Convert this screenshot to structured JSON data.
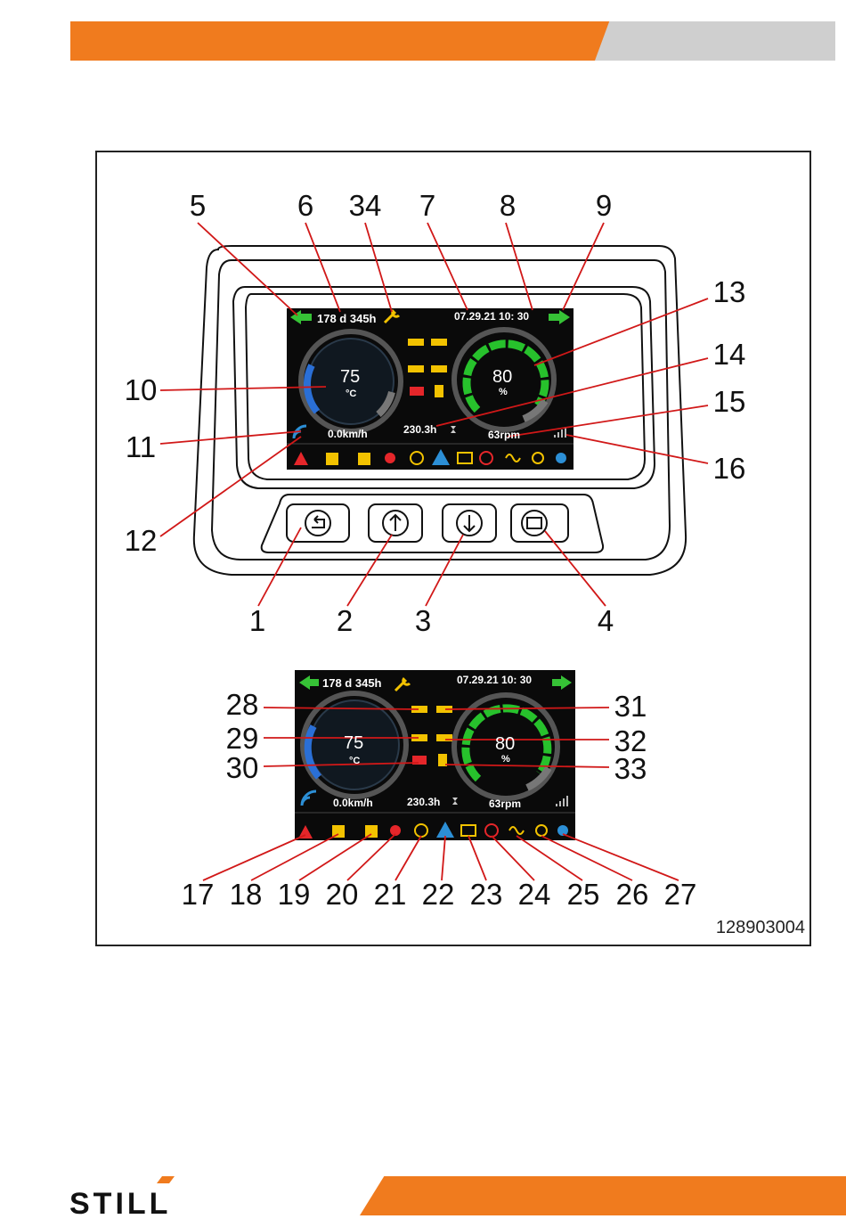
{
  "figure_id": "128903004",
  "brand": "STILL",
  "callouts": {
    "top": [
      "5",
      "6",
      "34",
      "7",
      "8",
      "9"
    ],
    "right": [
      "13",
      "14",
      "15",
      "16"
    ],
    "left": [
      "10",
      "11",
      "12"
    ],
    "buttons": [
      "1",
      "2",
      "3",
      "4"
    ],
    "lower_left": [
      "28",
      "29",
      "30"
    ],
    "lower_right": [
      "31",
      "32",
      "33"
    ],
    "bottom_row": [
      "17",
      "18",
      "19",
      "20",
      "21",
      "22",
      "23",
      "24",
      "25",
      "26",
      "27"
    ]
  },
  "display": {
    "hours_counter": "178 d 345h",
    "datetime": "07.29.21 10:  30",
    "temp_value": "75",
    "temp_unit": "°C",
    "charge_value": "80",
    "charge_unit": "%",
    "operating_hours": "230.3h",
    "speed": "0.0km/h",
    "rpm": "63rpm",
    "charge_level": 0.8,
    "temp_level": 0.45
  },
  "colors": {
    "brand_orange": "#f07b1e",
    "header_grey": "#cfcfcf",
    "screen_bg": "#0a0a0a",
    "arrow_green": "#36c236",
    "gauge_green": "#27c12c",
    "gauge_blue": "#2a6fd6",
    "warn_yellow": "#f2c200",
    "warn_red": "#e5262a",
    "lift_blue": "#2c8fd6"
  },
  "icons": {
    "left_arrow": "green-left-arrow-icon",
    "right_arrow": "green-right-arrow-icon",
    "service": "wrench-icon",
    "wireless": "signal-wave-icon",
    "signal_bars": "signal-bars-icon",
    "hourglass": "hourglass-icon",
    "status_bar": [
      "warning-triangle-icon",
      "seat-belt-icon",
      "operator-seat-icon",
      "oil-pressure-icon",
      "parking-brake-icon",
      "lift-mast-icon",
      "engine-icon",
      "transmission-icon",
      "glow-plug-icon",
      "fan-icon",
      "blue-status-dot-icon"
    ],
    "center_warnings": [
      "coolant-temp-icon",
      "air-filter-icon",
      "brake-fluid-icon",
      "water-separator-icon",
      "battery-icon",
      "fuel-level-icon"
    ],
    "buttons": [
      "back-icon",
      "up-arrow-icon",
      "down-arrow-icon",
      "menu-enter-icon"
    ]
  }
}
